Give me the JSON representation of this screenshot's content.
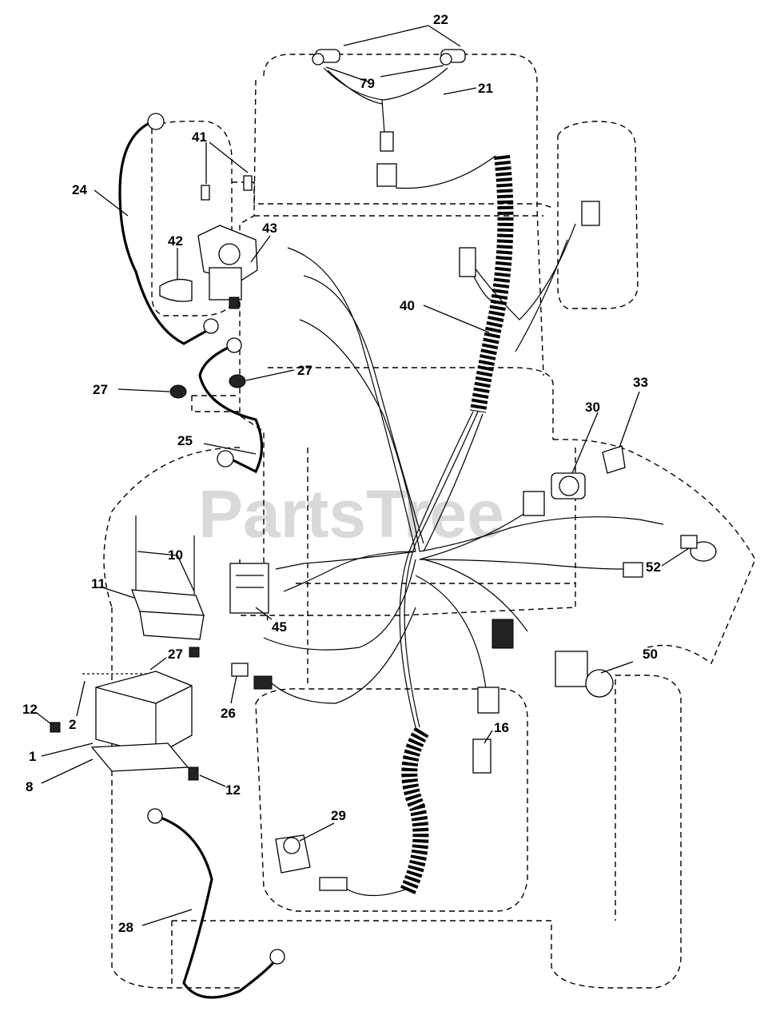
{
  "watermark": "PartsTree",
  "callouts": {
    "c1": "1",
    "c2": "2",
    "c8": "8",
    "c10": "10",
    "c11": "11",
    "c12a": "12",
    "c12b": "12",
    "c16": "16",
    "c21": "21",
    "c22": "22",
    "c24": "24",
    "c25": "25",
    "c26": "26",
    "c27a": "27",
    "c27b": "27",
    "c27c": "27",
    "c28": "28",
    "c29": "29",
    "c30": "30",
    "c33": "33",
    "c40": "40",
    "c41": "41",
    "c42": "42",
    "c43": "43",
    "c45": "45",
    "c50": "50",
    "c52": "52",
    "c79": "79"
  }
}
